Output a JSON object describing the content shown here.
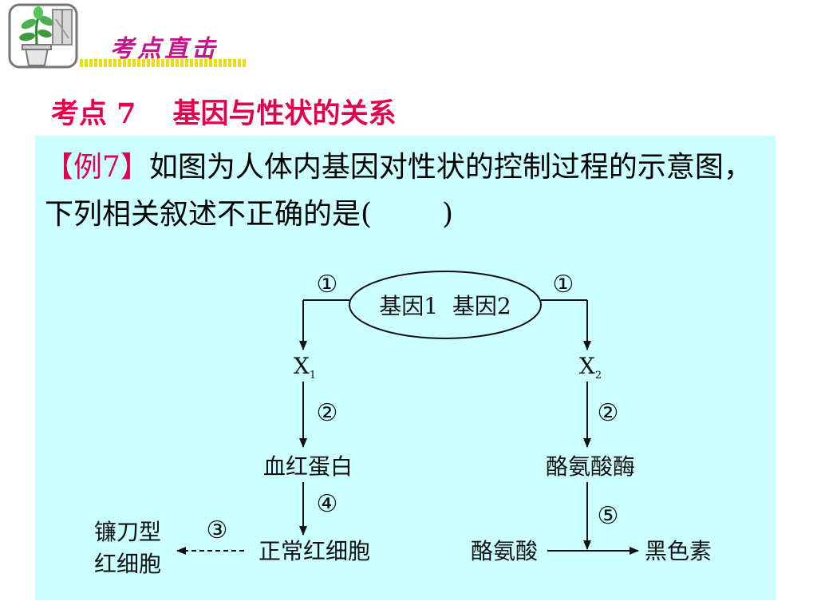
{
  "header": {
    "title": "考点直击"
  },
  "section": {
    "label": "考点 7",
    "title": "基因与性状的关系"
  },
  "question": {
    "example_label": "【例7】",
    "text": "如图为人体内基因对性状的控制过程的示意图，下列相关叙述不正确的是(",
    "close": ")"
  },
  "diagram": {
    "genes": "基因1  基因2",
    "left": {
      "step1": "①",
      "x_label": "X",
      "x_sub": "1",
      "step2": "②",
      "protein": "血红蛋白",
      "step4": "④",
      "normal_cell": "正常红细胞",
      "step3": "③",
      "sickle_cell_line1": "镰刀型",
      "sickle_cell_line2": "红细胞"
    },
    "right": {
      "step1": "①",
      "x_label": "X",
      "x_sub": "2",
      "step2": "②",
      "enzyme": "酪氨酸酶",
      "step5": "⑤",
      "substrate": "酪氨酸",
      "product": "黑色素"
    }
  },
  "colors": {
    "header_title": "#c4168c",
    "header_stripe": "#e8e000",
    "section_title": "#e4004f",
    "panel_background": "#ccffff",
    "example_label": "#e4004f"
  }
}
